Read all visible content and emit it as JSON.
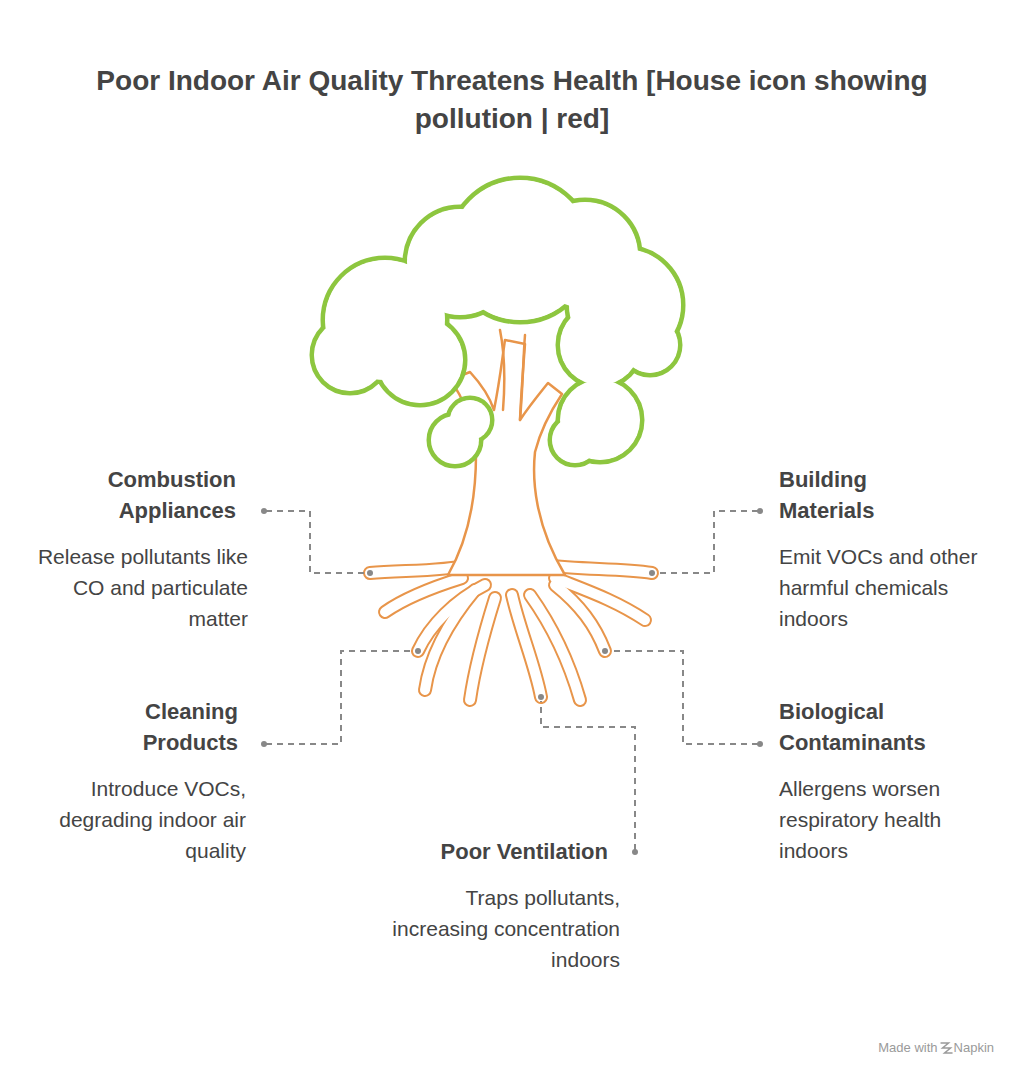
{
  "diagram": {
    "title": "Poor Indoor Air Quality Threatens Health [House icon showing pollution | red]",
    "labels": [
      "Combustion Appliances",
      "Release pollutants like CO and particulate matter",
      "Building Materials",
      "Emit VOCs and other harmful chemicals indoors",
      "Cleaning Products",
      "Introduce VOCs, degrading indoor air quality",
      "Biological Contaminants",
      "Allergens worsen respiratory health indoors",
      "Poor Ventilation",
      "Traps pollutants, increasing concentration indoors",
      "Made with",
      "Napkin"
    ]
  }
}
